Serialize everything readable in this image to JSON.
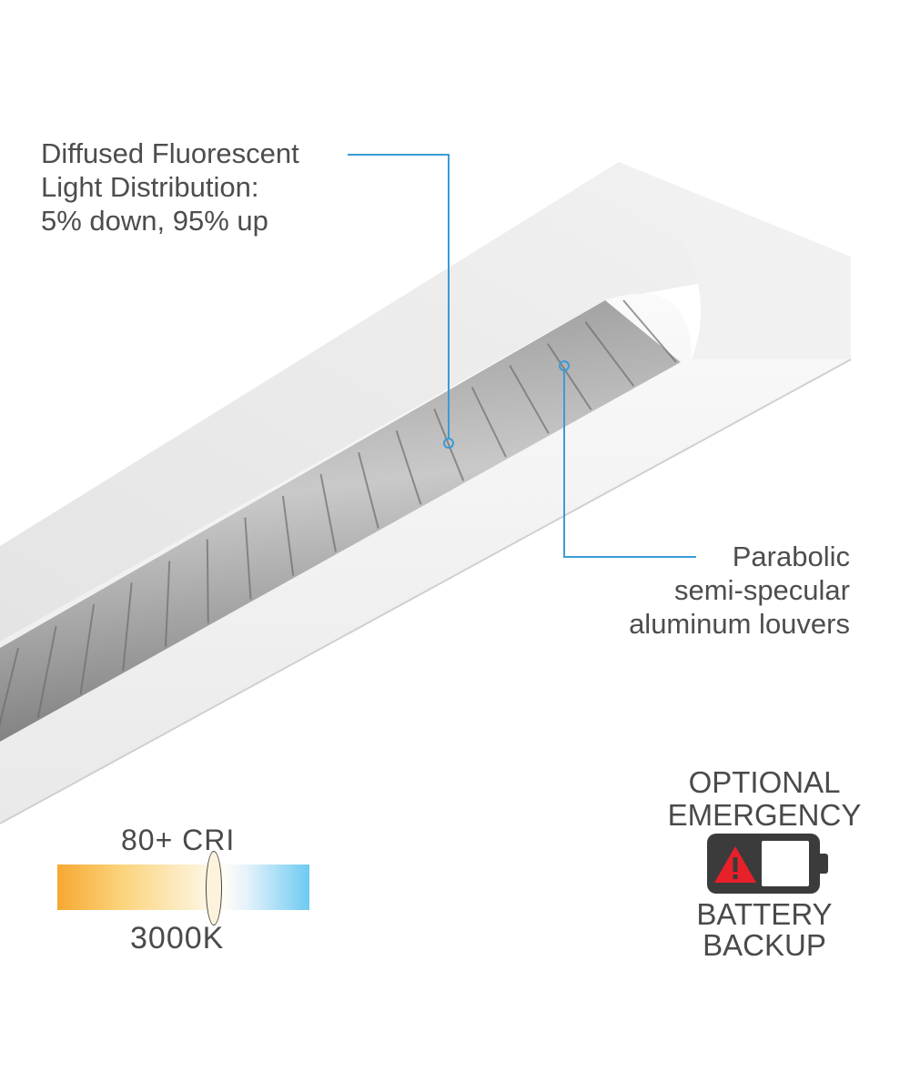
{
  "callouts": {
    "distribution": [
      "Diffused Fluorescent",
      "Light Distribution:",
      "5% down, 95% up"
    ],
    "louvers": [
      "Parabolic",
      "semi-specular",
      "aluminum louvers"
    ]
  },
  "color_temperature": {
    "cri_label": "80+ CRI",
    "cct_label": "3000K",
    "gradient_colors": [
      "#f6a831",
      "#fcecc5",
      "#6ccaf2"
    ]
  },
  "emergency": {
    "top_lines": [
      "OPTIONAL",
      "EMERGENCY"
    ],
    "bottom_lines": [
      "BATTERY",
      "BACKUP"
    ],
    "icon": "battery-warning-icon",
    "warning_color": "#e8202a"
  },
  "accent_color": "#3b9bd8"
}
